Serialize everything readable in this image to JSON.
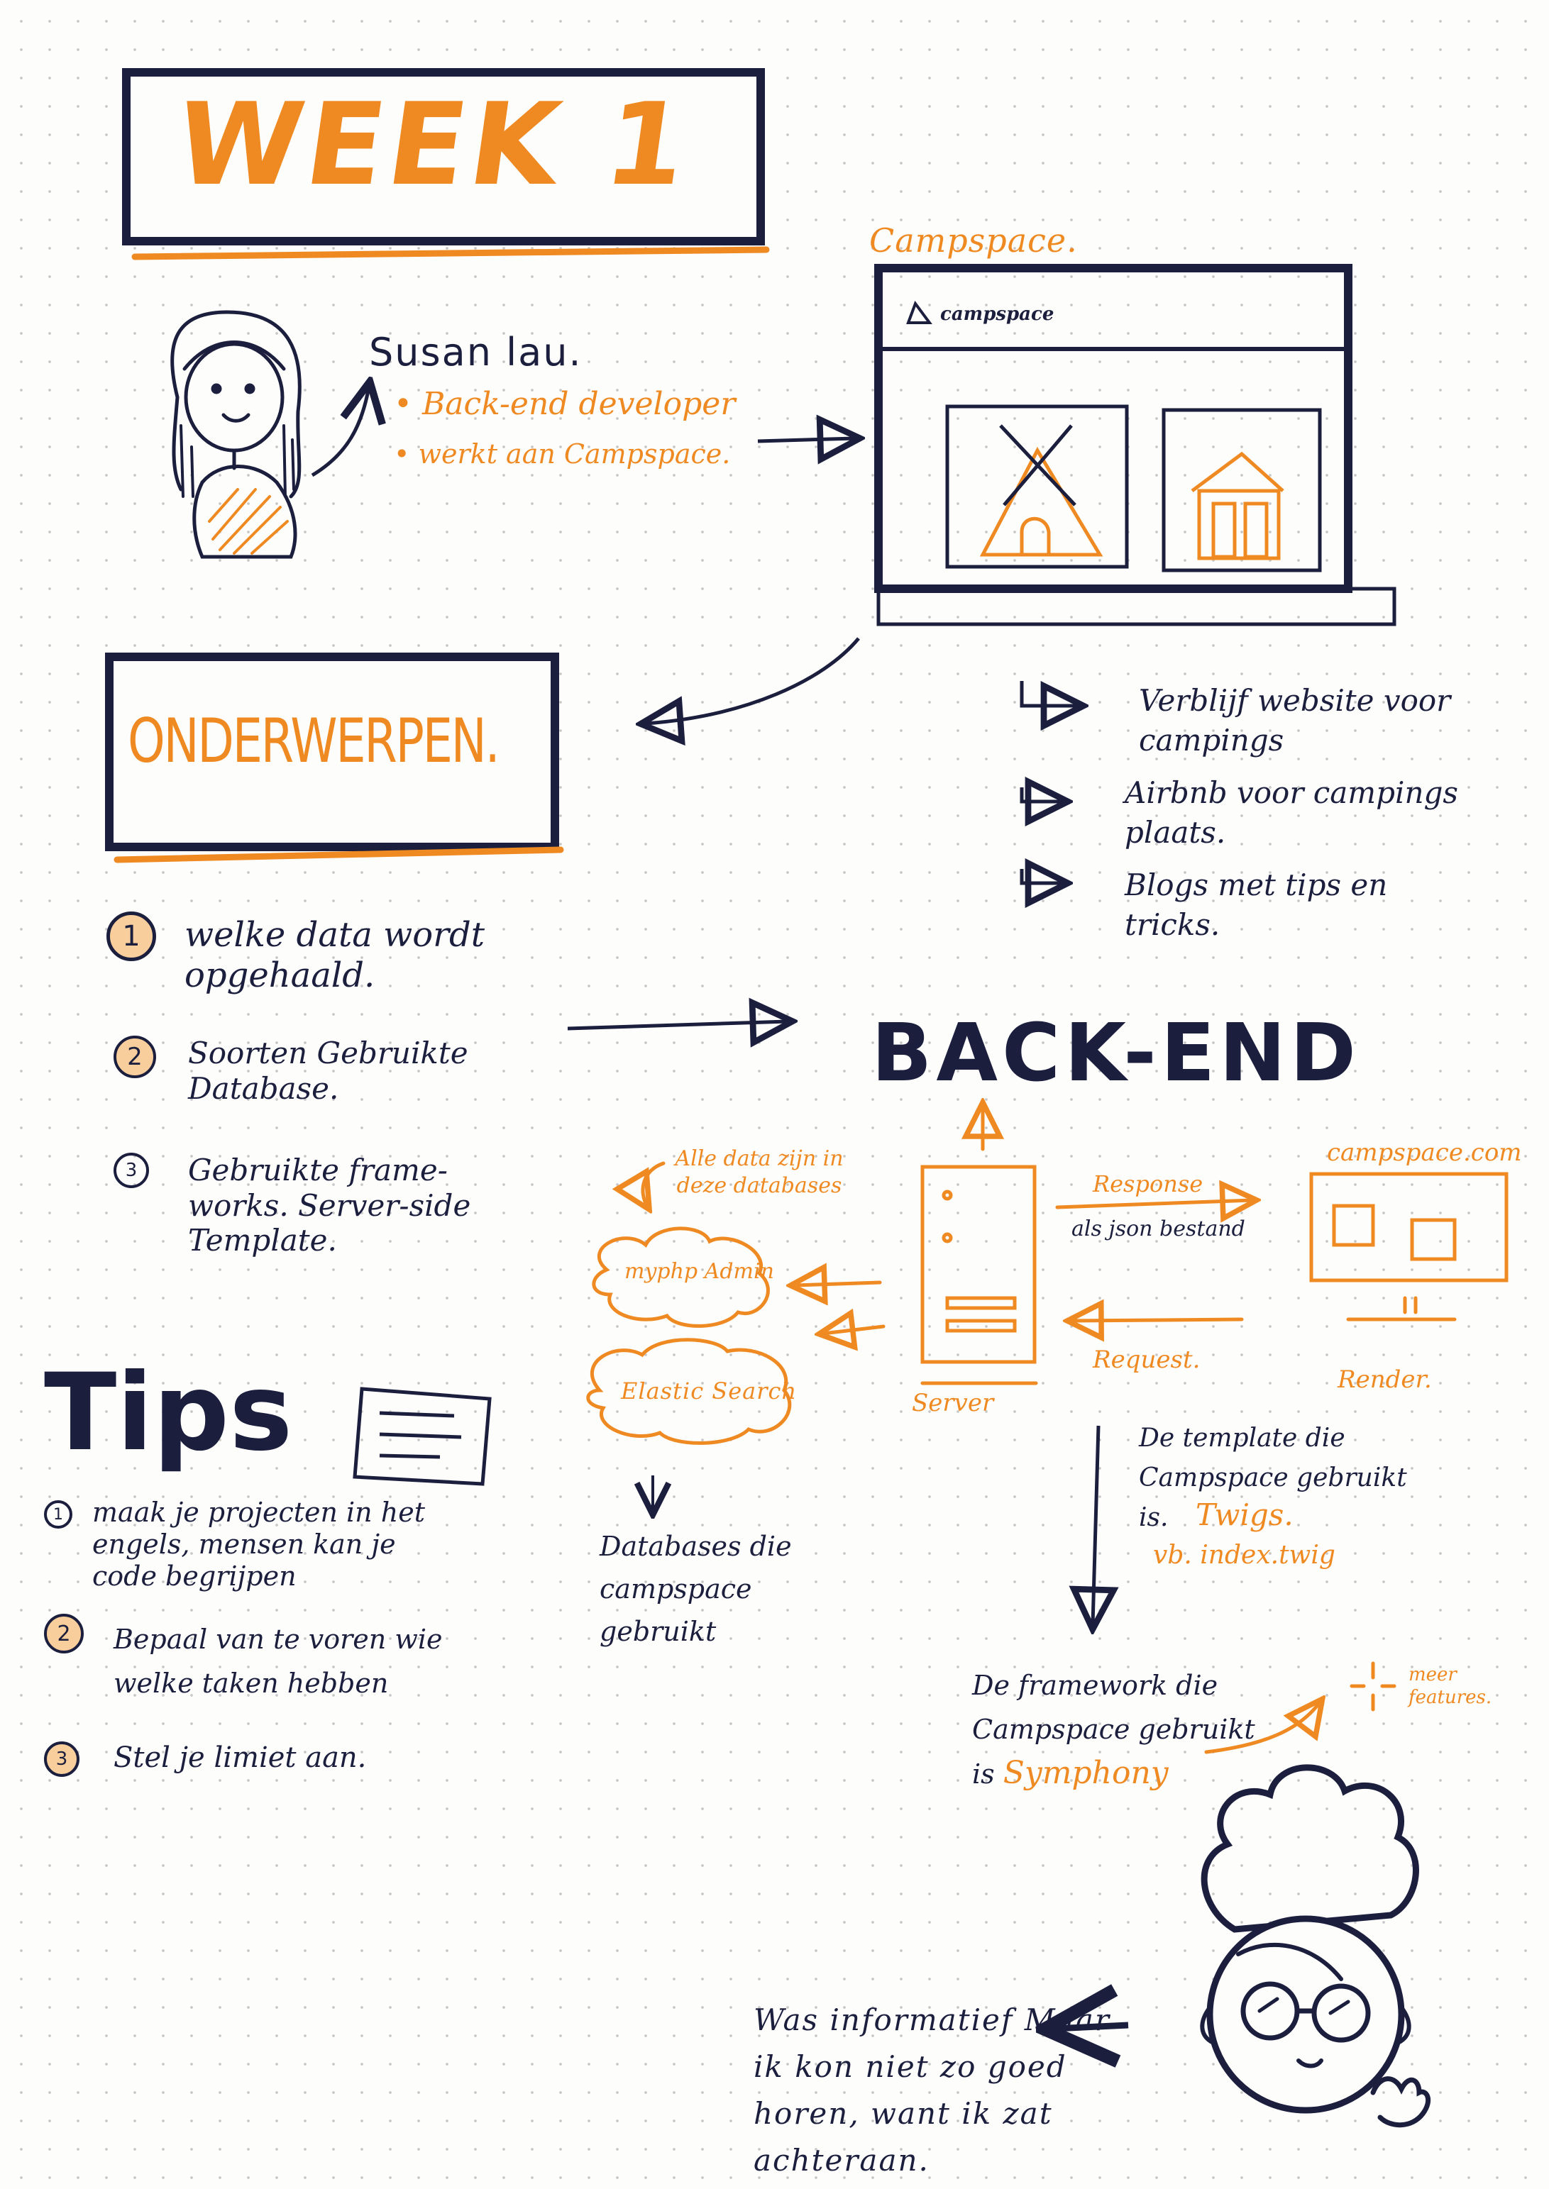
{
  "week": {
    "title": "WEEK 1"
  },
  "speaker": {
    "name": "Susan lau.",
    "bullets": [
      "Back-end developer",
      "werkt aan Campspace."
    ]
  },
  "campspace": {
    "label": "Campspace.",
    "browser_title": "campspace",
    "notes": [
      {
        "text": "Verblijf website voor campings"
      },
      {
        "text": "Airbnb voor campings plaats."
      },
      {
        "text": "Blogs met tips en tricks."
      }
    ]
  },
  "onderwerpen": {
    "title": "ONDERWERPEN.",
    "items": [
      {
        "num": "1",
        "text": "welke data wordt opgehaald."
      },
      {
        "num": "2",
        "text": "Soorten Gebruikte Database."
      },
      {
        "num": "3",
        "text": "Gebruikte frame-works. Server-side Template."
      }
    ]
  },
  "tips": {
    "title": "Tips",
    "items": [
      {
        "num": "1",
        "text": "maak je projecten in het engels, mensen kan je code begrijpen"
      },
      {
        "num": "2",
        "text": "Bepaal van te voren wie welke taken hebben"
      },
      {
        "num": "3",
        "text": "Stel je limiet aan."
      }
    ]
  },
  "backend": {
    "title": "BACK-END",
    "alle_data": "Alle data zijn in deze databases",
    "phpmyadmin": "myphp Admin",
    "elastic": "Elastic Search",
    "databases_note": "Databases die campspace gebruikt",
    "server": "Server",
    "response": "Response",
    "response_sub": "als json bestand",
    "request": "Request.",
    "render": "Render.",
    "site_label": "campspace.com",
    "template_prefix": "De template die Campspace gebruikt is.",
    "template_name": "Twigs.",
    "template_example": "vb. index.twig",
    "framework_prefix": "De framework die Campspace gebruikt is",
    "framework_name": "Symphony",
    "meer_features": "meer features."
  },
  "reflection": {
    "text": "Was informatief Maar ik kon niet zo goed horen, want ik zat achteraan."
  },
  "colors": {
    "navy": "#1b1f3d",
    "orange": "#ef8a22",
    "highlight": "#f8cf9c"
  }
}
